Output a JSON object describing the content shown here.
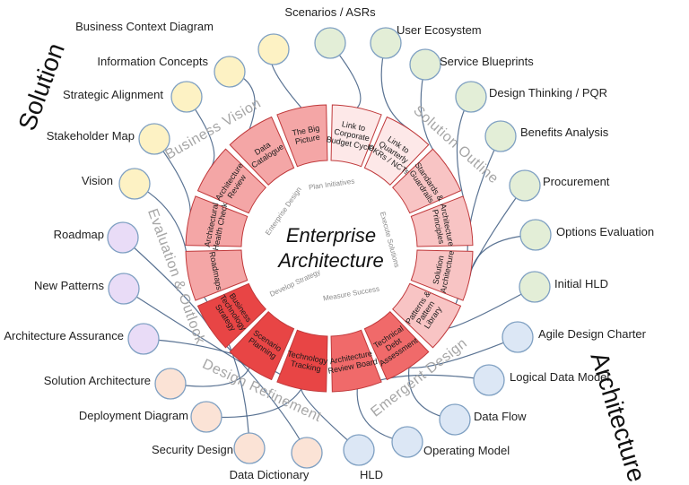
{
  "title_line1": "Enterprise",
  "title_line2": "Architecture",
  "corner_top_left": "Solution",
  "corner_bottom_right": "Architecture",
  "phases": {
    "business_vision": "Business Vision",
    "solution_outline": "Solution Outline",
    "evaluation_outlook": "Evaluation & Outlook",
    "design_refinement": "Design Refinement",
    "emergent_design": "Emergent Design"
  },
  "inner_labels": {
    "plan_initiatives": "Plan Initiatives",
    "enterprise_design": "Enterprise Design",
    "execute_solutions": "Execute Solutions",
    "develop_strategy": "Develop Strategy",
    "measure_success": "Measure Success"
  },
  "segments": [
    {
      "label": "The Big Picture",
      "color": "#f4a6a6"
    },
    {
      "label": "Link to Corporate Budget Cycle",
      "color": "#fde8e8"
    },
    {
      "label": "Link to Quarterly OKRs / NCTs",
      "color": "#fde8e8"
    },
    {
      "label": "Standards & Guardrails",
      "color": "#f8c4c4"
    },
    {
      "label": "Architecture Principles",
      "color": "#f8c4c4"
    },
    {
      "label": "Solution Architecture",
      "color": "#f8c4c4"
    },
    {
      "label": "Patterns & Pattern Library",
      "color": "#f8c4c4"
    },
    {
      "label": "Technical Debt Assessment",
      "color": "#f06a6a"
    },
    {
      "label": "Architecture Review Board",
      "color": "#f06a6a"
    },
    {
      "label": "Technology Tracking",
      "color": "#e84545"
    },
    {
      "label": "Scenario Planning",
      "color": "#e84545"
    },
    {
      "label": "Business Technology Strategy",
      "color": "#e84545"
    },
    {
      "label": "Roadmaps",
      "color": "#f4a6a6"
    },
    {
      "label": "Architectural Health Check",
      "color": "#f4a6a6"
    },
    {
      "label": "Architecture Review",
      "color": "#f4a6a6"
    },
    {
      "label": "Data Catalogue",
      "color": "#f4a6a6"
    }
  ],
  "nodes": [
    {
      "label": "Business Context Diagram",
      "color": "#fdf2c4"
    },
    {
      "label": "Scenarios / ASRs",
      "color": "#e3eed7"
    },
    {
      "label": "User Ecosystem",
      "color": "#e3eed7"
    },
    {
      "label": "Information Concepts",
      "color": "#fdf2c4"
    },
    {
      "label": "Service Blueprints",
      "color": "#e3eed7"
    },
    {
      "label": "Strategic Alignment",
      "color": "#fdf2c4"
    },
    {
      "label": "Design Thinking / PQR",
      "color": "#e3eed7"
    },
    {
      "label": "Stakeholder Map",
      "color": "#fdf2c4"
    },
    {
      "label": "Benefits Analysis",
      "color": "#e3eed7"
    },
    {
      "label": "Vision",
      "color": "#fdf2c4"
    },
    {
      "label": "Procurement",
      "color": "#e3eed7"
    },
    {
      "label": "Roadmap",
      "color": "#e9dcf7"
    },
    {
      "label": "Options Evaluation",
      "color": "#e3eed7"
    },
    {
      "label": "New Patterns",
      "color": "#e9dcf7"
    },
    {
      "label": "Initial HLD",
      "color": "#e3eed7"
    },
    {
      "label": "Architecture Assurance",
      "color": "#e9dcf7"
    },
    {
      "label": "Agile Design Charter",
      "color": "#dce7f5"
    },
    {
      "label": "Solution Architecture",
      "color": "#fbe3d6"
    },
    {
      "label": "Logical Data Model",
      "color": "#dce7f5"
    },
    {
      "label": "Deployment Diagram",
      "color": "#fbe3d6"
    },
    {
      "label": "Data Flow",
      "color": "#dce7f5"
    },
    {
      "label": "Security Design",
      "color": "#fbe3d6"
    },
    {
      "label": "Operating Model",
      "color": "#dce7f5"
    },
    {
      "label": "Data Dictionary",
      "color": "#fbe3d6"
    },
    {
      "label": "HLD",
      "color": "#dce7f5"
    }
  ]
}
